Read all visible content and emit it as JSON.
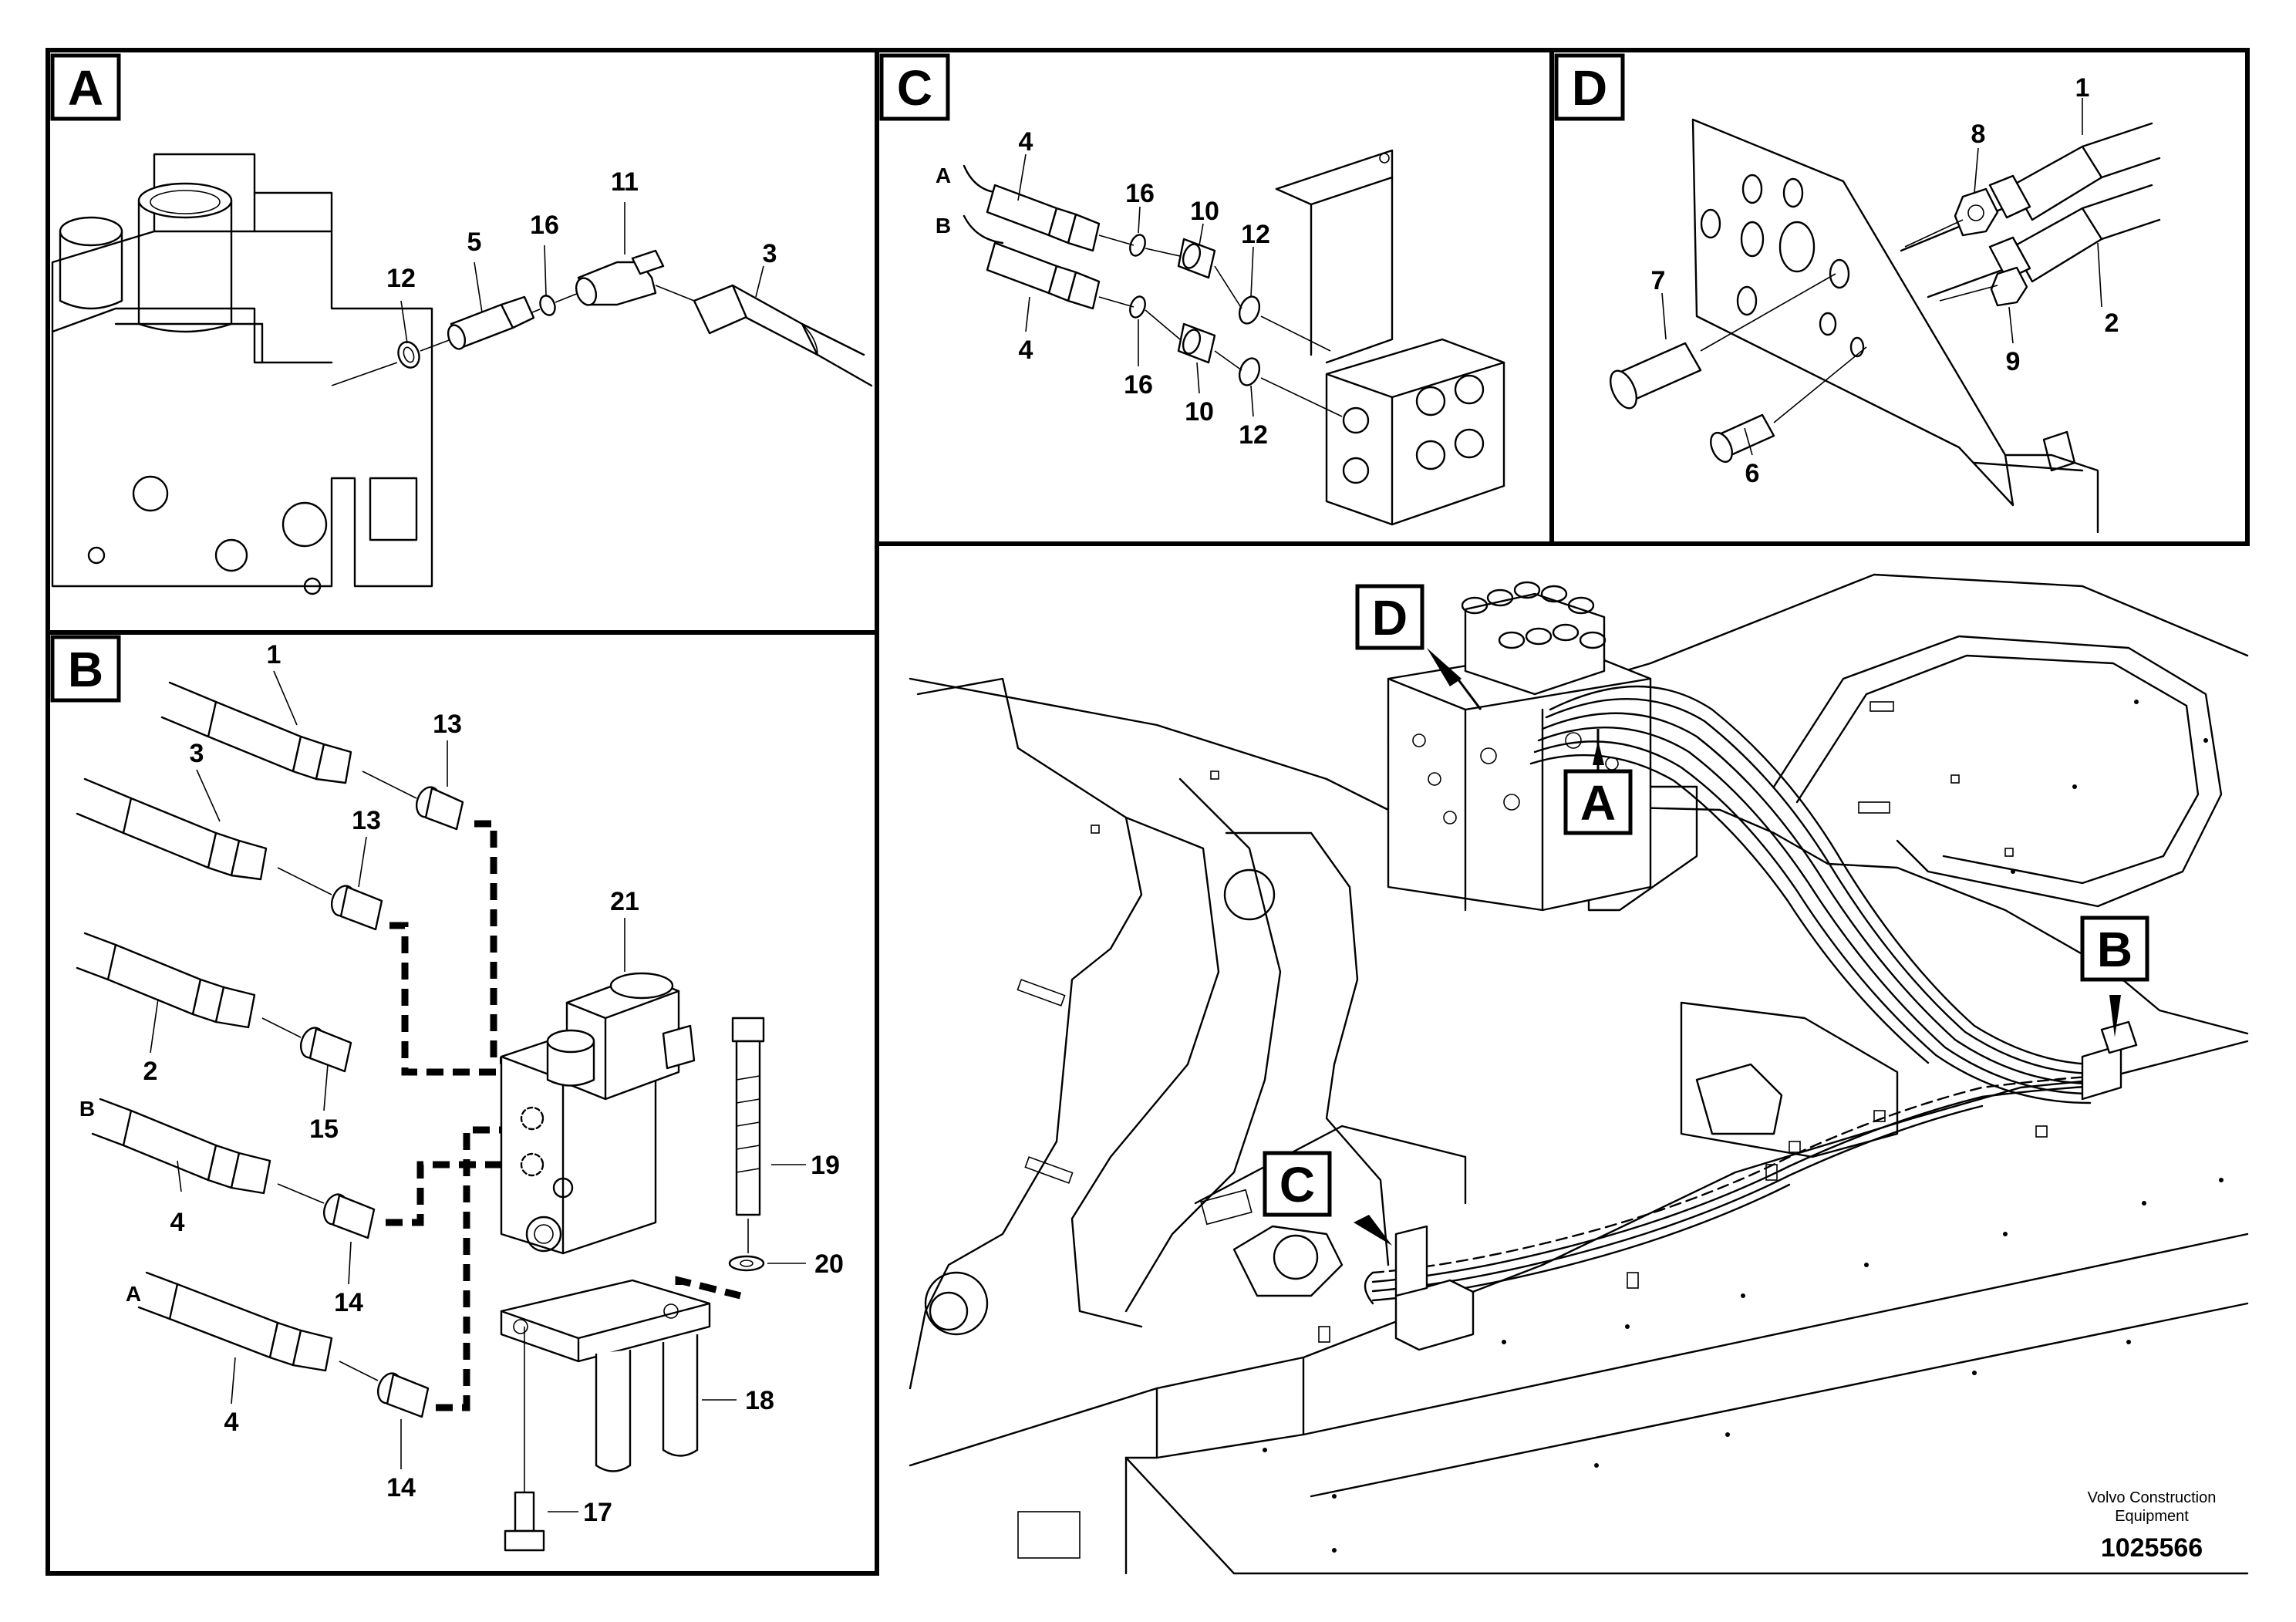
{
  "panels": {
    "A": {
      "label": "A",
      "callouts": {
        "c12": "12",
        "c5": "5",
        "c16": "16",
        "c11": "11",
        "c3": "3"
      }
    },
    "B": {
      "label": "B",
      "callouts": {
        "c1": "1",
        "c13a": "13",
        "c3": "3",
        "c13b": "13",
        "c21": "21",
        "c2": "2",
        "c15": "15",
        "c19": "19",
        "c4a": "4",
        "c14a": "14",
        "c20": "20",
        "c4b": "4",
        "c18": "18",
        "c14b": "14",
        "c17": "17"
      },
      "hose_letters": {
        "b": "B",
        "a": "A"
      }
    },
    "C": {
      "label": "C",
      "callouts": {
        "c4a": "4",
        "c16a": "16",
        "c10a": "10",
        "c12a": "12",
        "c4b": "4",
        "c16b": "16",
        "c10b": "10",
        "c12b": "12"
      },
      "hose_letters": {
        "a": "A",
        "b": "B"
      }
    },
    "D": {
      "label": "D",
      "callouts": {
        "c8": "8",
        "c1": "1",
        "c7": "7",
        "c9": "9",
        "c2": "2",
        "c6": "6"
      }
    }
  },
  "overview": {
    "tags": {
      "d": "D",
      "a": "A",
      "b": "B",
      "c": "C"
    }
  },
  "footer": {
    "company_line1": "Volvo Construction",
    "company_line2": "Equipment",
    "drawing_number": "1025566"
  }
}
